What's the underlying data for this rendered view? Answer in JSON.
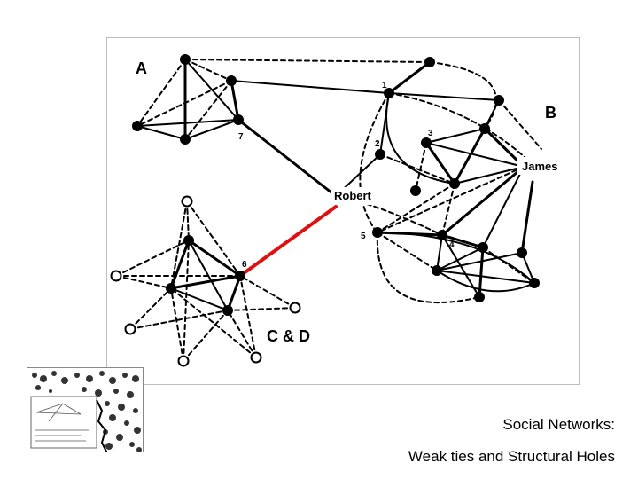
{
  "diagram": {
    "group_labels": {
      "a": "A",
      "b": "B",
      "cd": "C & D"
    },
    "person_labels": {
      "robert": "Robert",
      "james": "James"
    },
    "node_numbers": {
      "n1": "1",
      "n2": "2",
      "n3": "3",
      "n4": "4",
      "n5": "5",
      "n6": "6",
      "n7": "7"
    },
    "colors": {
      "bridge_tie": "#e01010",
      "solid_tie": "#000000",
      "dashed_tie": "#000000"
    }
  },
  "caption": {
    "line1": "Social Networks:",
    "line2": "Weak ties and Structural Holes"
  }
}
